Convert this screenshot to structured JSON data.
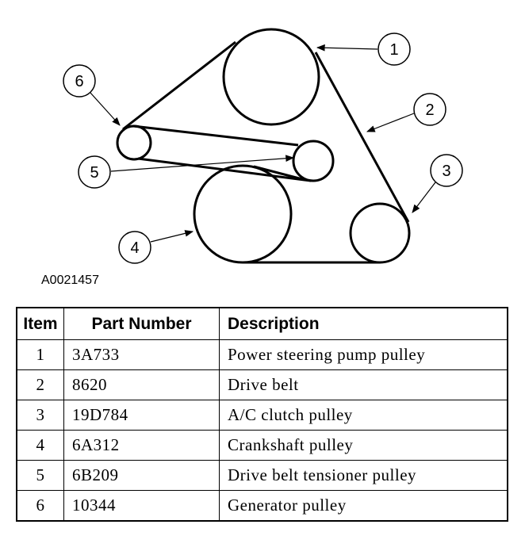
{
  "figure_id": "A0021457",
  "callouts": [
    "1",
    "2",
    "3",
    "4",
    "5",
    "6"
  ],
  "table": {
    "headers": {
      "item": "Item",
      "part_number": "Part Number",
      "description": "Description"
    },
    "rows": [
      {
        "item": "1",
        "part_number": "3A733",
        "description": "Power steering pump pulley"
      },
      {
        "item": "2",
        "part_number": "8620",
        "description": "Drive belt"
      },
      {
        "item": "3",
        "part_number": "19D784",
        "description": "A/C clutch pulley"
      },
      {
        "item": "4",
        "part_number": "6A312",
        "description": "Crankshaft pulley"
      },
      {
        "item": "5",
        "part_number": "6B209",
        "description": "Drive belt tensioner pulley"
      },
      {
        "item": "6",
        "part_number": "10344",
        "description": "Generator pulley"
      }
    ]
  }
}
